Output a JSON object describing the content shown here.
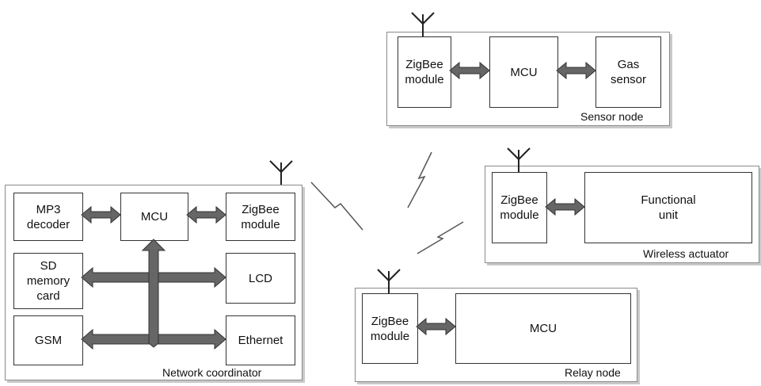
{
  "sensor_node": {
    "caption": "Sensor node",
    "zigbee": "ZigBee\nmodule",
    "mcu": "MCU",
    "gas_sensor": "Gas\nsensor"
  },
  "wireless_actuator": {
    "caption": "Wireless actuator",
    "zigbee": "ZigBee\nmodule",
    "functional_unit": "Functional\nunit"
  },
  "network_coordinator": {
    "caption": "Network coordinator",
    "mp3": "MP3\ndecoder",
    "mcu": "MCU",
    "zigbee": "ZigBee\nmodule",
    "sd": "SD\nmemory\ncard",
    "lcd": "LCD",
    "gsm": "GSM",
    "ethernet": "Ethernet"
  },
  "relay_node": {
    "caption": "Relay node",
    "zigbee": "ZigBee\nmodule",
    "mcu": "MCU"
  }
}
